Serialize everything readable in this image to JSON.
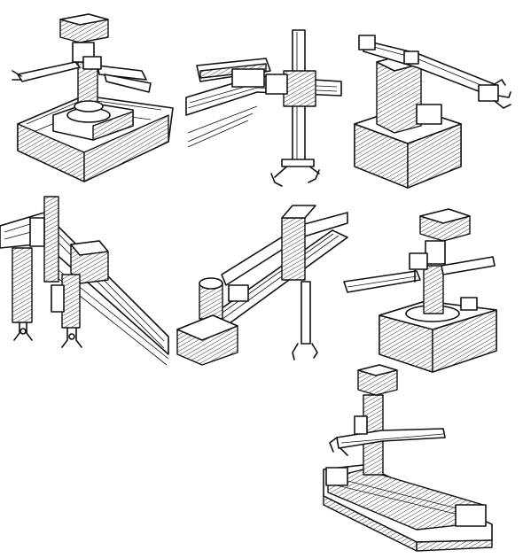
{
  "figure": {
    "panels": [
      {
        "id": "cylindrical-robot-top-left",
        "icon": "cylindrical-robot-illustration"
      },
      {
        "id": "gantry-robot-top-center",
        "icon": "gantry-robot-illustration"
      },
      {
        "id": "polar-robot-top-right",
        "icon": "polar-robot-illustration"
      },
      {
        "id": "overhead-gantry-middle-left",
        "icon": "overhead-gantry-illustration"
      },
      {
        "id": "cartesian-robot-middle-center",
        "icon": "cartesian-robot-illustration"
      },
      {
        "id": "cylindrical-robot-middle-right",
        "icon": "cylindrical-robot-illustration"
      },
      {
        "id": "rail-robot-bottom",
        "icon": "rail-robot-illustration"
      }
    ],
    "colors": {
      "ink": "#111111",
      "paper": "#ffffff"
    }
  }
}
